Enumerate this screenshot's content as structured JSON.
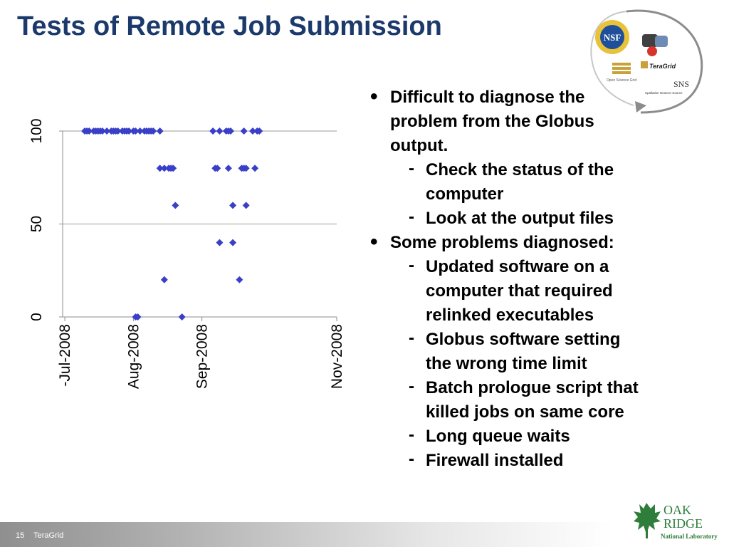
{
  "slide": {
    "title": "Tests of Remote Job Submission",
    "page_number": "15",
    "footer_label": "TeraGrid"
  },
  "logos": {
    "nsf": "NSF",
    "teragrid": "TeraGrid",
    "osg": "Open Science Grid",
    "sns": "SNS",
    "sns_sub": "Spallation Neutron Source",
    "ornl_line1": "OAK",
    "ornl_line2": "RIDGE",
    "ornl_line3": "National Laboratory"
  },
  "bullets": [
    {
      "text": "Difficult to diagnose the problem from the Globus output.",
      "lines": [
        "Difficult to diagnose the",
        "problem from the Globus",
        "output."
      ],
      "subitems": [
        {
          "lines": [
            "Check the status of the",
            "computer"
          ]
        },
        {
          "lines": [
            "Look at the output files"
          ]
        }
      ]
    },
    {
      "text": "Some problems diagnosed:",
      "lines": [
        "Some problems diagnosed:"
      ],
      "subitems": [
        {
          "lines": [
            "Updated software on a",
            "computer that required",
            "relinked executables"
          ]
        },
        {
          "lines": [
            "Globus software setting",
            "the wrong time limit"
          ]
        },
        {
          "lines": [
            "Batch prologue script that",
            "killed jobs on same core"
          ]
        },
        {
          "lines": [
            "Long queue waits"
          ]
        },
        {
          "lines": [
            "Firewall installed"
          ]
        }
      ]
    }
  ],
  "chart_data": {
    "type": "scatter",
    "title": "",
    "xlabel": "",
    "ylabel": "",
    "ylim": [
      0,
      100
    ],
    "yticks": [
      0,
      50,
      100
    ],
    "xlim": [
      "2008-06-30",
      "2008-11-01"
    ],
    "xtick_labels": [
      {
        "date": "2008-07-01",
        "label": "-Jul-2008"
      },
      {
        "date": "2008-08-01",
        "label": "Aug-2008"
      },
      {
        "date": "2008-09-01",
        "label": "Sep-2008"
      },
      {
        "date": "2008-11-01",
        "label": "Nov-2008"
      }
    ],
    "marker_color": "#3a3fc8",
    "grid": "horizontal major gridlines",
    "points": [
      {
        "x": "2008-07-10",
        "y": 100
      },
      {
        "x": "2008-07-11",
        "y": 100
      },
      {
        "x": "2008-07-12",
        "y": 100
      },
      {
        "x": "2008-07-14",
        "y": 100
      },
      {
        "x": "2008-07-15",
        "y": 100
      },
      {
        "x": "2008-07-16",
        "y": 100
      },
      {
        "x": "2008-07-17",
        "y": 100
      },
      {
        "x": "2008-07-18",
        "y": 100
      },
      {
        "x": "2008-07-20",
        "y": 100
      },
      {
        "x": "2008-07-22",
        "y": 100
      },
      {
        "x": "2008-07-23",
        "y": 100
      },
      {
        "x": "2008-07-24",
        "y": 100
      },
      {
        "x": "2008-07-25",
        "y": 100
      },
      {
        "x": "2008-07-27",
        "y": 100
      },
      {
        "x": "2008-07-28",
        "y": 100
      },
      {
        "x": "2008-07-29",
        "y": 100
      },
      {
        "x": "2008-07-30",
        "y": 100
      },
      {
        "x": "2008-08-01",
        "y": 100
      },
      {
        "x": "2008-08-02",
        "y": 100
      },
      {
        "x": "2008-08-04",
        "y": 100
      },
      {
        "x": "2008-08-06",
        "y": 100
      },
      {
        "x": "2008-08-07",
        "y": 100
      },
      {
        "x": "2008-08-08",
        "y": 100
      },
      {
        "x": "2008-08-09",
        "y": 100
      },
      {
        "x": "2008-08-10",
        "y": 100
      },
      {
        "x": "2008-08-13",
        "y": 100
      },
      {
        "x": "2008-08-02",
        "y": 0
      },
      {
        "x": "2008-08-03",
        "y": 0
      },
      {
        "x": "2008-08-13",
        "y": 80
      },
      {
        "x": "2008-08-15",
        "y": 80
      },
      {
        "x": "2008-08-17",
        "y": 80
      },
      {
        "x": "2008-08-18",
        "y": 80
      },
      {
        "x": "2008-08-19",
        "y": 80
      },
      {
        "x": "2008-08-20",
        "y": 60
      },
      {
        "x": "2008-08-15",
        "y": 20
      },
      {
        "x": "2008-08-23",
        "y": 0
      },
      {
        "x": "2008-09-06",
        "y": 100
      },
      {
        "x": "2008-09-09",
        "y": 100
      },
      {
        "x": "2008-09-12",
        "y": 100
      },
      {
        "x": "2008-09-13",
        "y": 100
      },
      {
        "x": "2008-09-14",
        "y": 100
      },
      {
        "x": "2008-09-20",
        "y": 100
      },
      {
        "x": "2008-09-24",
        "y": 100
      },
      {
        "x": "2008-09-26",
        "y": 100
      },
      {
        "x": "2008-09-27",
        "y": 100
      },
      {
        "x": "2008-09-07",
        "y": 80
      },
      {
        "x": "2008-09-08",
        "y": 80
      },
      {
        "x": "2008-09-13",
        "y": 80
      },
      {
        "x": "2008-09-19",
        "y": 80
      },
      {
        "x": "2008-09-20",
        "y": 80
      },
      {
        "x": "2008-09-21",
        "y": 80
      },
      {
        "x": "2008-09-25",
        "y": 80
      },
      {
        "x": "2008-09-15",
        "y": 60
      },
      {
        "x": "2008-09-21",
        "y": 60
      },
      {
        "x": "2008-09-09",
        "y": 40
      },
      {
        "x": "2008-09-15",
        "y": 40
      },
      {
        "x": "2008-09-18",
        "y": 20
      }
    ]
  }
}
